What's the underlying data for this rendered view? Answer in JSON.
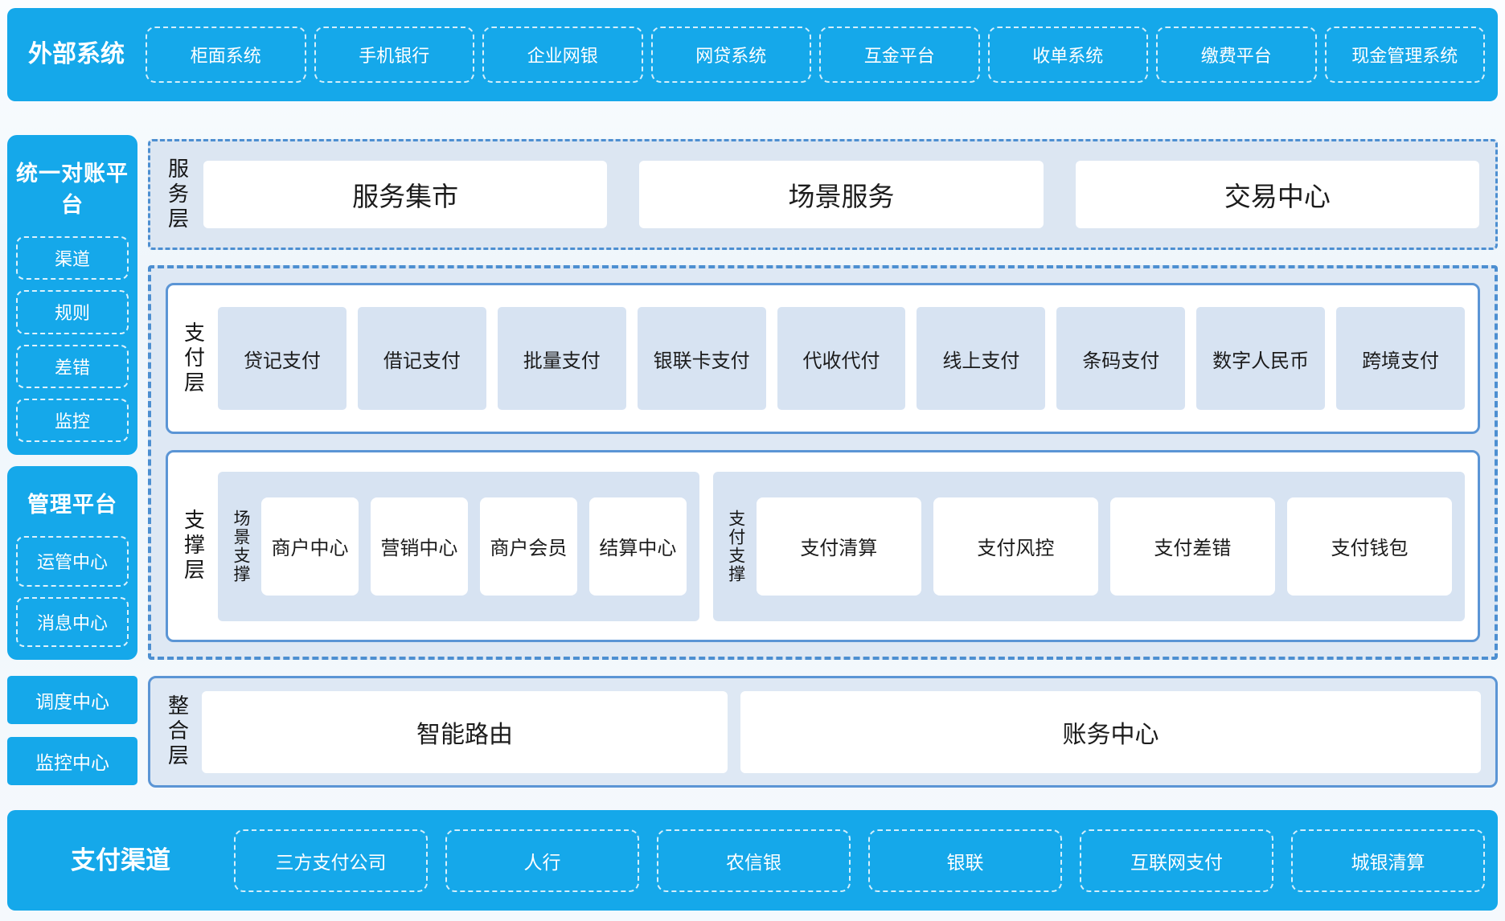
{
  "colors": {
    "brand_blue": "#15a8ea",
    "panel_border_blue": "#5b95d5",
    "dashed_border_blue": "#4d8fd1",
    "container_bg": "#dee8f4",
    "light_box_bg": "#d7e3f2",
    "text_dark": "#1c1c1c",
    "text_on_blue": "#ffffff"
  },
  "top_banner": {
    "label": "外部系统",
    "items": [
      "柜面系统",
      "手机银行",
      "企业网银",
      "网贷系统",
      "互金平台",
      "收单系统",
      "缴费平台",
      "现金管理系统"
    ]
  },
  "sidebar": {
    "reconciliation": {
      "title": "统一对账平台",
      "items": [
        "渠道",
        "规则",
        "差错",
        "监控"
      ]
    },
    "management": {
      "title": "管理平台",
      "items": [
        "运管中心",
        "消息中心"
      ]
    },
    "solid_items": [
      "调度中心",
      "监控中心"
    ]
  },
  "layers": {
    "service": {
      "label": "服务层",
      "items": [
        "服务集市",
        "场景服务",
        "交易中心"
      ]
    },
    "payment": {
      "label": "支付层",
      "items": [
        "贷记支付",
        "借记支付",
        "批量支付",
        "银联卡支付",
        "代收代付",
        "线上支付",
        "条码支付",
        "数字人民币",
        "跨境支付"
      ]
    },
    "support": {
      "label": "支撑层",
      "groups": [
        {
          "label": "场景支撑",
          "items": [
            "商户中心",
            "营销中心",
            "商户会员",
            "结算中心"
          ]
        },
        {
          "label": "支付支撑",
          "items": [
            "支付清算",
            "支付风控",
            "支付差错",
            "支付钱包"
          ]
        }
      ]
    },
    "integration": {
      "label": "整合层",
      "items": [
        "智能路由",
        "账务中心"
      ]
    }
  },
  "bottom_banner": {
    "label": "支付渠道",
    "items": [
      "三方支付公司",
      "人行",
      "农信银",
      "银联",
      "互联网支付",
      "城银清算"
    ]
  }
}
